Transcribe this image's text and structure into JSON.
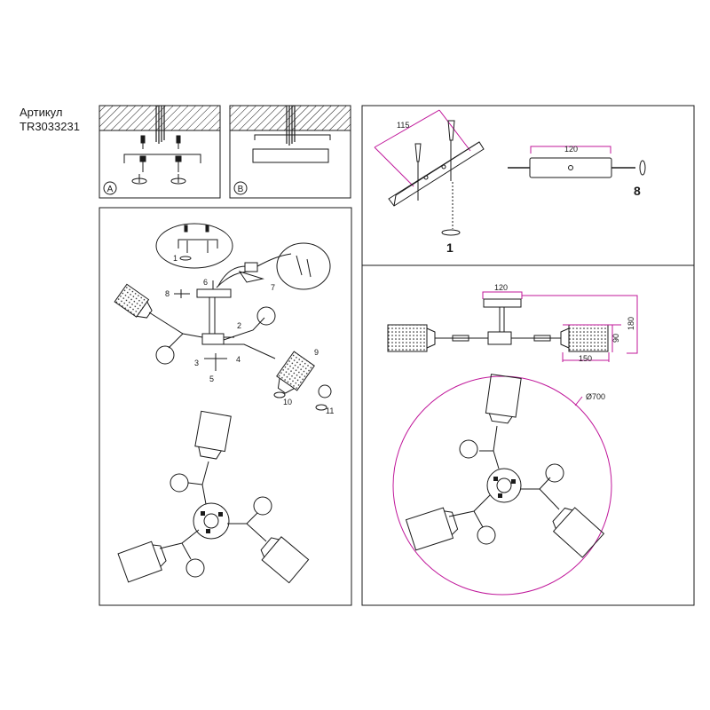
{
  "header": {
    "article_label": "Артикул",
    "article_code": "TR3033231"
  },
  "panel_a": {
    "badge": "A"
  },
  "panel_b": {
    "badge": "B"
  },
  "assembly": {
    "callouts": {
      "c1": "1",
      "c2": "2",
      "c3": "3",
      "c4": "4",
      "c5": "5",
      "c6": "6",
      "c7": "7",
      "c8": "8",
      "c9": "9",
      "c10": "10",
      "c11": "11"
    }
  },
  "mounting": {
    "bracket_width": "115",
    "plate_width": "120",
    "step_left": "1",
    "step_right": "8"
  },
  "dimensions": {
    "canopy_width": "120",
    "shade_length": "150",
    "shade_diameter": "90",
    "total_height": "180",
    "overall_diameter": "Ø700"
  },
  "colors": {
    "line": "#1a1a1a",
    "dimension": "#c0179a",
    "hatch": "#1a1a1a"
  }
}
